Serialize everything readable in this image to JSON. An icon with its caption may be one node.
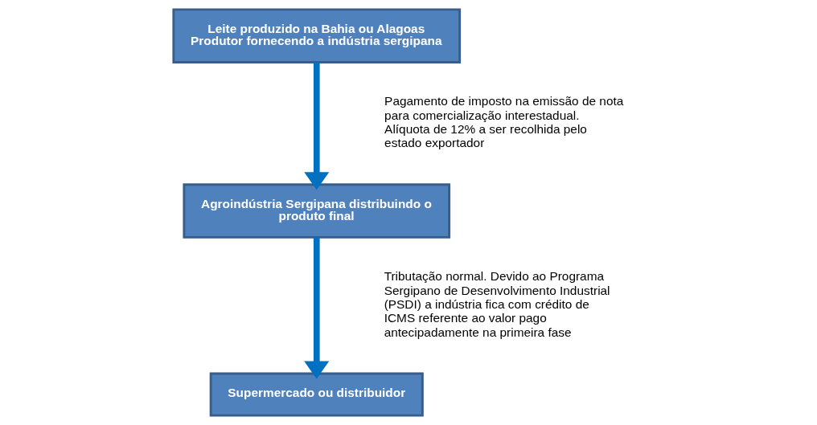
{
  "diagram": {
    "nodes": [
      {
        "text": [
          "Leite produzido na Bahia ou Alagoas Produtor fornecendo a indústria sergipana"
        ]
      },
      {
        "text": [
          "Agroindústria Sergipana distribuindo o produto final"
        ]
      },
      {
        "text": [
          "Supermercado ou distribuidor"
        ]
      }
    ],
    "edges": [
      {
        "from": 0,
        "to": 1,
        "arrow": "to"
      },
      {
        "from": 1,
        "to": 2,
        "arrow": "to"
      }
    ],
    "labels": [
      "Pagamento de imposto na emissão de nota para comercialização interestadual. Alíquota de 12% a ser recolhida pelo estado exportador",
      "Tributação normal. Devido ao Programa Sergipano de Desenvolvimento Industrial (PSDI) a indústria fica com crédito de ICMS referente ao valor pago antecipadamente na primeira fase"
    ]
  }
}
